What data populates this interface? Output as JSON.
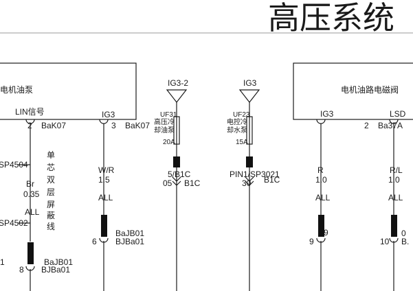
{
  "title": "高压系统",
  "pump_box": {
    "label": "电机油泵"
  },
  "valve_box": {
    "label": "电机油路电磁阀"
  },
  "pins": {
    "lin": {
      "label": "LIN信号",
      "num": "2",
      "conn": "BaK07"
    },
    "ig3_pump": {
      "label": "IG3",
      "num": "3",
      "conn": "BaK07"
    },
    "ig3_valve": {
      "label": "IG3"
    },
    "lsd": {
      "label": "LSD",
      "num": "2",
      "conn": "Ba37A"
    }
  },
  "fuses": {
    "uf31": {
      "source": "IG3-2",
      "id": "UF31",
      "line1": "高压冷",
      "line2": "却油泵",
      "rating": "20A"
    },
    "uf23": {
      "source": "IG3",
      "id": "UF23",
      "line1": "电控冷",
      "line2": "却水泵",
      "rating": "15A"
    }
  },
  "connectors": {
    "c1": {
      "top": "5/B1C",
      "bottom": "05",
      "bottom2": "B1C"
    },
    "c2": {
      "top": "PIN1/SP3021",
      "bottom": "30",
      "bottom2": "B1C"
    },
    "bajb_left": {
      "pin": "8",
      "line1": "BaJB01",
      "line2": "BJBa01"
    },
    "bajb_mid": {
      "pin": "6",
      "line1": "BaJB01",
      "line2": "BJBa01"
    },
    "pin9": {
      "pin": "9",
      "inner": "9"
    },
    "pin10": {
      "pin": "10",
      "line1": "0",
      "line2": "B."
    }
  },
  "wires": {
    "lin": {
      "color": "Br",
      "size": "0.35",
      "opt": "ALL"
    },
    "ig3_pump": {
      "color": "W/R",
      "size": "1.5",
      "opt": "ALL"
    },
    "ig3_valve": {
      "color": "R",
      "size": "1.0",
      "opt": "ALL"
    },
    "lsd": {
      "color": "R/L",
      "size": "1.0",
      "opt": "ALL"
    }
  },
  "splices": {
    "sp4504": "SP4504",
    "sp4502": "SP4502",
    "left_num": "1"
  },
  "shield_note": [
    "单",
    "芯",
    "双",
    "层",
    "屏",
    "蔽",
    "线"
  ]
}
